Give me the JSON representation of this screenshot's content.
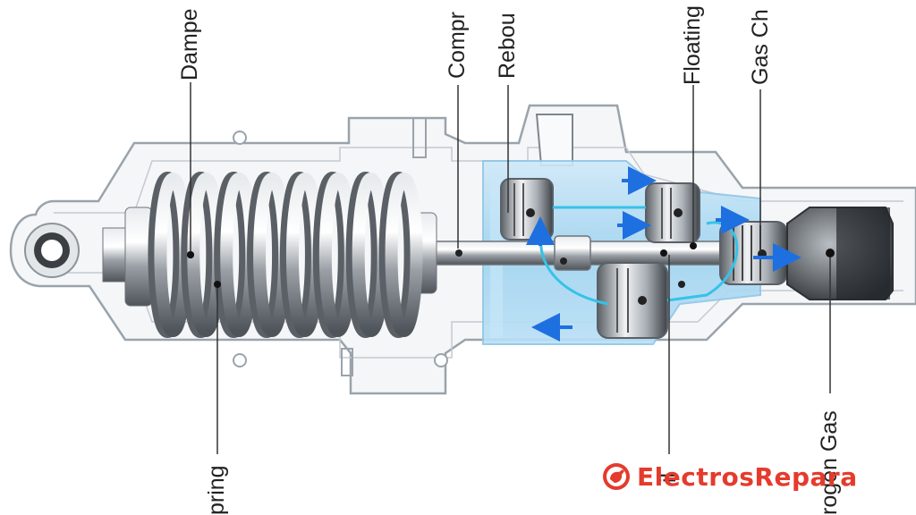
{
  "labels": {
    "damper": "Dampe",
    "spring": "pring",
    "compression": "Compr",
    "rebound": "Rebou",
    "floating": "Floating",
    "gas_chamber": "Gas Ch",
    "oil": "il",
    "nitrogen_gas": "rogen Gas"
  },
  "watermark": {
    "text": "ElectrosRepara",
    "logo_icon": "wrench-plug-icon",
    "color": "#e53b2c"
  },
  "colors": {
    "oil_fill": "#9fd3f0",
    "flow_arrow": "#1e6fe0",
    "body_outline": "#9aa3ab",
    "metal": "#9aa0a6"
  }
}
